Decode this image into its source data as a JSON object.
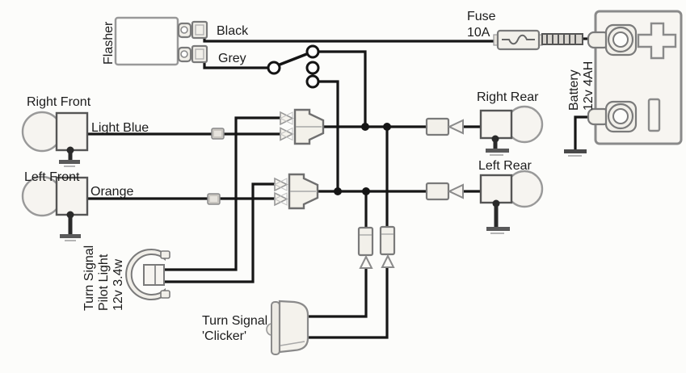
{
  "diagram": {
    "colors": {
      "background": "#fcfcfa",
      "wire": "#161616",
      "component_fill": "#f2f0ea",
      "component_stroke": "#7a7a7a"
    },
    "labels": {
      "flasher": "Flasher",
      "black_wire": "Black",
      "grey_wire": "Grey",
      "fuse_name": "Fuse",
      "fuse_rating": "10A",
      "battery_name": "Battery",
      "battery_spec": "12v 4AH",
      "right_front": "Right Front",
      "light_blue_wire": "Light Blue",
      "left_front": "Left Front",
      "orange_wire": "Orange",
      "right_rear": "Right Rear",
      "left_rear": "Left Rear",
      "pilot_line1": "Turn Signal",
      "pilot_line2": "Pilot Light",
      "pilot_line3": "12v 3.4w",
      "clicker_line1": "Turn Signal",
      "clicker_line2": "'Clicker'"
    }
  }
}
